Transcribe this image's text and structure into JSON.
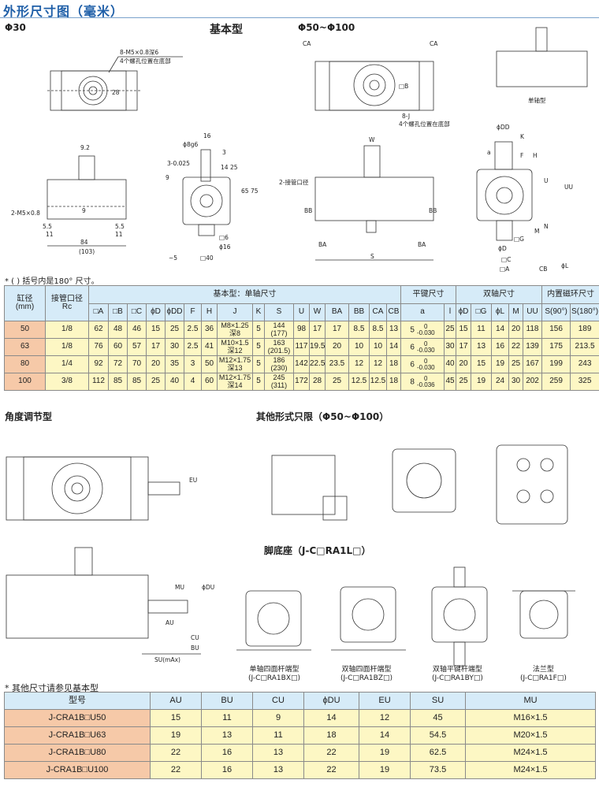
{
  "header": {
    "title": "外形尺寸图（毫米）"
  },
  "section1": {
    "phi30": "Φ30",
    "basic_type": "基本型",
    "phi50_100": "Φ50~Φ100",
    "single_shaft": "单轴型",
    "labels": {
      "holes_a": "8-M5×0.8深6",
      "holes_a2": "4个螺孔位置在底部",
      "d28": "28",
      "d9_2": "9.2",
      "m5": "2-M5×0.8",
      "d9": "9",
      "d5_5a": "5.5",
      "d5_5b": "5.5",
      "d11a": "11",
      "d11b": "11",
      "d84": "84",
      "d103": "(103)",
      "phi8": "ϕ8g6",
      "d16": "16",
      "d3": "3",
      "d3tol": "3-0.025",
      "d14": "14",
      "d25": "25",
      "d65": "65",
      "d75": "75",
      "d9b": "9",
      "d6": "□6",
      "phi16": "ϕ16",
      "d40": "□40",
      "d5": "~5",
      "ca": "CA",
      "ca2": "CA",
      "b": "□B",
      "j": "8-J",
      "j2": "4个螺孔位置在底部",
      "w": "W",
      "port": "2-接管口径",
      "bb": "BB",
      "bb2": "BB",
      "ba": "BA",
      "ba2": "BA",
      "s": "S",
      "dd": "ϕDD",
      "k": "K",
      "a": "a",
      "f": "F",
      "h": "H",
      "u": "U",
      "uu": "UU",
      "m": "M",
      "n": "N",
      "g": "□G",
      "phid": "ϕD",
      "c": "□C",
      "aa": "□A",
      "cb": "CB",
      "l": "ϕL"
    }
  },
  "note1": "* ( ) 括号内是180° 尺寸。",
  "table1": {
    "h_bore": "缸径\n(mm)",
    "h_port": "接管口径\nRc",
    "h_basic": "基本型：单轴尺寸",
    "h_key": "平键尺寸",
    "h_dual": "双轴尺寸",
    "h_mag": "内置磁环尺寸",
    "cols": [
      "□A",
      "□B",
      "□C",
      "ϕD",
      "ϕDD",
      "F",
      "H",
      "J",
      "K",
      "S",
      "U",
      "W",
      "BA",
      "BB",
      "CA",
      "CB",
      "a",
      "l",
      "ϕD",
      "□G",
      "ϕL",
      "M",
      "UU",
      "S(90°)",
      "S(180°)"
    ],
    "rows": [
      {
        "bore": "50",
        "port": "1/8",
        "v": [
          "62",
          "48",
          "46",
          "15",
          "25",
          "2.5",
          "36",
          "M8×1.25 深8",
          "5",
          "144 (177)",
          "98",
          "17",
          "17",
          "8.5",
          "8.5",
          "13",
          "5",
          "25",
          "15",
          "11",
          "14",
          "20",
          "118",
          "156",
          "189"
        ],
        "tol_up": "0",
        "tol_low": "-0.030"
      },
      {
        "bore": "63",
        "port": "1/8",
        "v": [
          "76",
          "60",
          "57",
          "17",
          "30",
          "2.5",
          "41",
          "M10×1.5 深12",
          "5",
          "163 (201.5)",
          "117",
          "19.5",
          "20",
          "10",
          "10",
          "14",
          "6",
          "30",
          "17",
          "13",
          "16",
          "22",
          "139",
          "175",
          "213.5"
        ],
        "tol_up": "0",
        "tol_low": "-0.030"
      },
      {
        "bore": "80",
        "port": "1/4",
        "v": [
          "92",
          "72",
          "70",
          "20",
          "35",
          "3",
          "50",
          "M12×1.75 深13",
          "5",
          "186 (230)",
          "142",
          "22.5",
          "23.5",
          "12",
          "12",
          "18",
          "6",
          "40",
          "20",
          "15",
          "19",
          "25",
          "167",
          "199",
          "243"
        ],
        "tol_up": "0",
        "tol_low": "-0.030"
      },
      {
        "bore": "100",
        "port": "3/8",
        "v": [
          "112",
          "85",
          "85",
          "25",
          "40",
          "4",
          "60",
          "M12×1.75 深14",
          "5",
          "245 (311)",
          "172",
          "28",
          "25",
          "12.5",
          "12.5",
          "18",
          "8",
          "45",
          "25",
          "19",
          "24",
          "30",
          "202",
          "259",
          "325"
        ],
        "tol_up": "0",
        "tol_low": "-0.036"
      }
    ]
  },
  "section2": {
    "angle_type": "角度调节型",
    "other_types": "其他形式只限（Φ50~Φ100）",
    "foot": "脚底座（J-C□RA1L□）",
    "labels": {
      "eu": "EU",
      "mu": "MU",
      "du": "ϕDU",
      "cu": "CU",
      "bu": "BU",
      "au": "AU",
      "su": "SU(mAx)"
    },
    "variants": [
      {
        "name": "单轴四面杆端型",
        "code": "(J-C□RA1BX□)"
      },
      {
        "name": "双轴四面杆端型",
        "code": "(J-C□RA1BZ□)"
      },
      {
        "name": "双轴平键杆端型",
        "code": "(J-C□RA1BY□)"
      },
      {
        "name": "法兰型",
        "code": "(J-C□RA1F□)"
      }
    ]
  },
  "note2": "* 其他尺寸请参见基本型",
  "table2": {
    "cols": [
      "型号",
      "AU",
      "BU",
      "CU",
      "ϕDU",
      "EU",
      "SU",
      "MU"
    ],
    "rows": [
      [
        "J-CRA1B□U50",
        "15",
        "11",
        "9",
        "14",
        "12",
        "45",
        "M16×1.5"
      ],
      [
        "J-CRA1B□U63",
        "19",
        "13",
        "11",
        "18",
        "14",
        "54.5",
        "M20×1.5"
      ],
      [
        "J-CRA1B□U80",
        "22",
        "16",
        "13",
        "22",
        "19",
        "62.5",
        "M24×1.5"
      ],
      [
        "J-CRA1B□U100",
        "22",
        "16",
        "13",
        "22",
        "19",
        "73.5",
        "M24×1.5"
      ]
    ]
  },
  "colors": {
    "title": "#1f5fa8",
    "header_bg": "#d6ebf8",
    "first_col": "#f6c9a8",
    "body": "#fdf7c4"
  }
}
